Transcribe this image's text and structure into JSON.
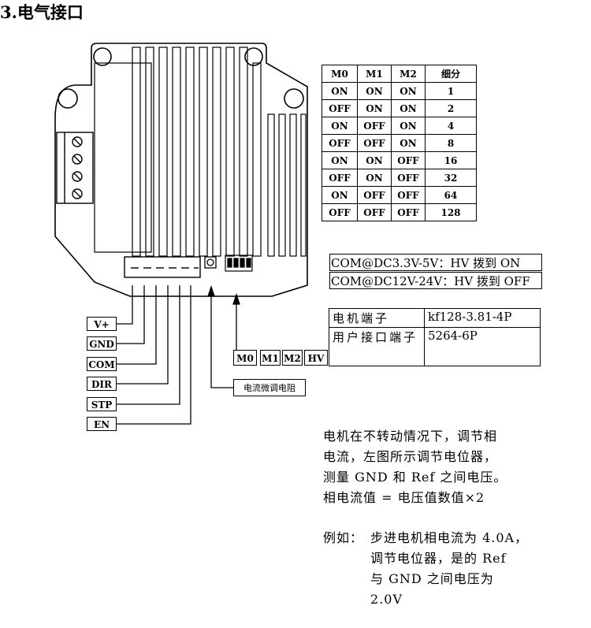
{
  "heading": "3.电气接口",
  "dip_table": {
    "headers": [
      "M0",
      "M1",
      "M2",
      "细分"
    ],
    "rows": [
      [
        "ON",
        "ON",
        "ON",
        "1"
      ],
      [
        "OFF",
        "ON",
        "ON",
        "2"
      ],
      [
        "ON",
        "OFF",
        "ON",
        "4"
      ],
      [
        "OFF",
        "OFF",
        "ON",
        "8"
      ],
      [
        "ON",
        "ON",
        "OFF",
        "16"
      ],
      [
        "OFF",
        "ON",
        "OFF",
        "32"
      ],
      [
        "ON",
        "OFF",
        "OFF",
        "64"
      ],
      [
        "OFF",
        "OFF",
        "OFF",
        "128"
      ]
    ]
  },
  "com_notes": [
    "COM@DC3.3V-5V：HV 拨到 ON",
    "COM@DC12V-24V：HV 拨到 OFF"
  ],
  "terminal_table": [
    {
      "key": "电机端子",
      "value": "kf128-3.81-4P"
    },
    {
      "key": "用户接口端子",
      "value": "5264-6P"
    }
  ],
  "pins": [
    "V+",
    "GND",
    "COM",
    "DIR",
    "STP",
    "EN"
  ],
  "switch_labels": [
    "M0",
    "M1",
    "M2",
    "HV"
  ],
  "pot_label": "电流微调电阻",
  "paragraph": [
    "电机在不转动情况下，调节相",
    "电流，左图所示调节电位器，",
    "测量 GND 和 Ref 之间电压。",
    "相电流值 = 电压值数值×2"
  ],
  "example": {
    "label": "例如：",
    "lines": [
      "步进电机相电流为 4.0A，",
      "调节电位器，是的 Ref",
      "与 GND 之间电压为",
      "2.0V"
    ]
  }
}
